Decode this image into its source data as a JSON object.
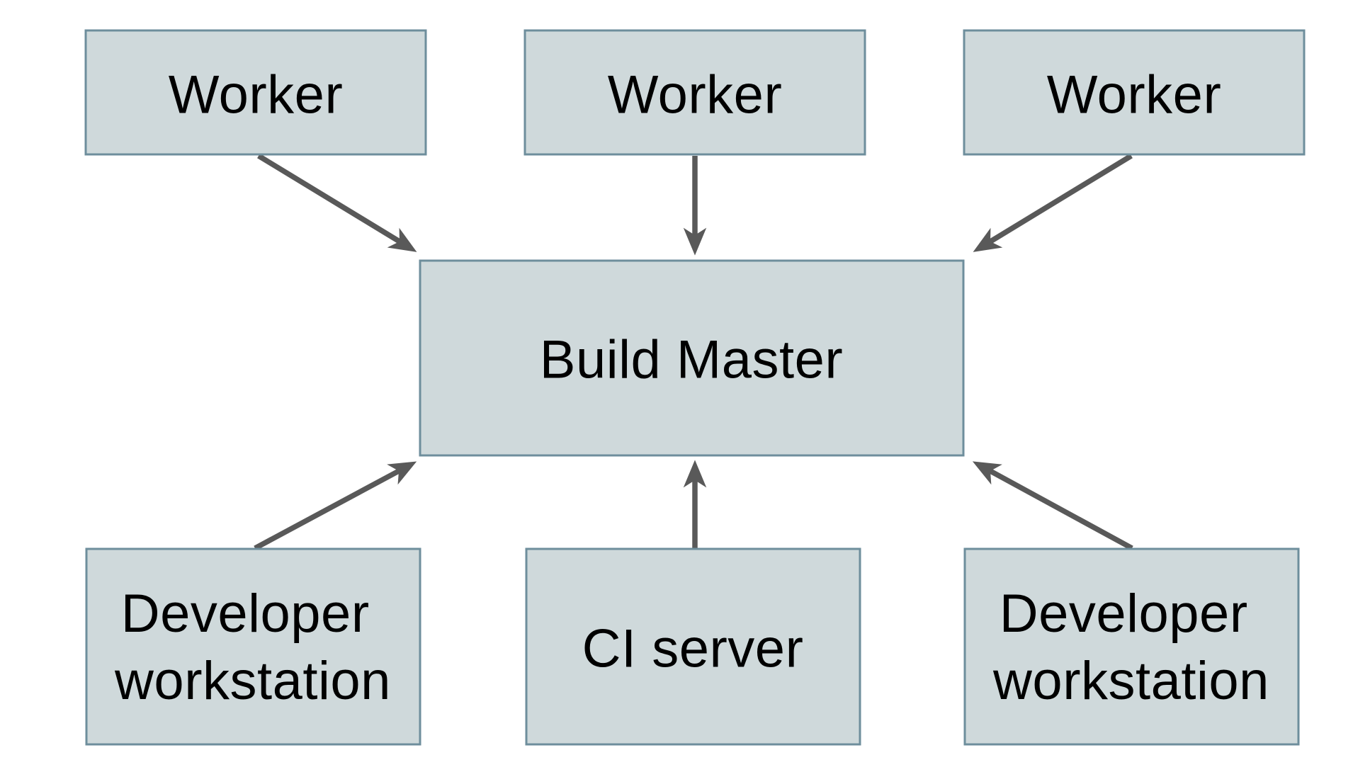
{
  "diagram": {
    "type": "flow-diagram",
    "background": "#ffffff",
    "colors": {
      "node_fill": "#cfd9db",
      "node_border": "#6e8e9c",
      "arrow": "#595959",
      "text": "#000000"
    },
    "nodes": [
      {
        "id": "worker-left",
        "label": "Worker"
      },
      {
        "id": "worker-center",
        "label": "Worker"
      },
      {
        "id": "worker-right",
        "label": "Worker"
      },
      {
        "id": "build-master",
        "label": "Build Master"
      },
      {
        "id": "developer-workstation-left",
        "label": "Developer workstation",
        "line1": "Developer",
        "line2": "workstation"
      },
      {
        "id": "ci-server",
        "label": "CI server"
      },
      {
        "id": "developer-workstation-right",
        "label": "Developer workstation",
        "line1": "Developer",
        "line2": "workstation"
      }
    ],
    "edges": [
      {
        "from": "worker-left",
        "to": "build-master"
      },
      {
        "from": "worker-center",
        "to": "build-master"
      },
      {
        "from": "worker-right",
        "to": "build-master"
      },
      {
        "from": "developer-workstation-left",
        "to": "build-master"
      },
      {
        "from": "ci-server",
        "to": "build-master"
      },
      {
        "from": "developer-workstation-right",
        "to": "build-master"
      }
    ]
  }
}
